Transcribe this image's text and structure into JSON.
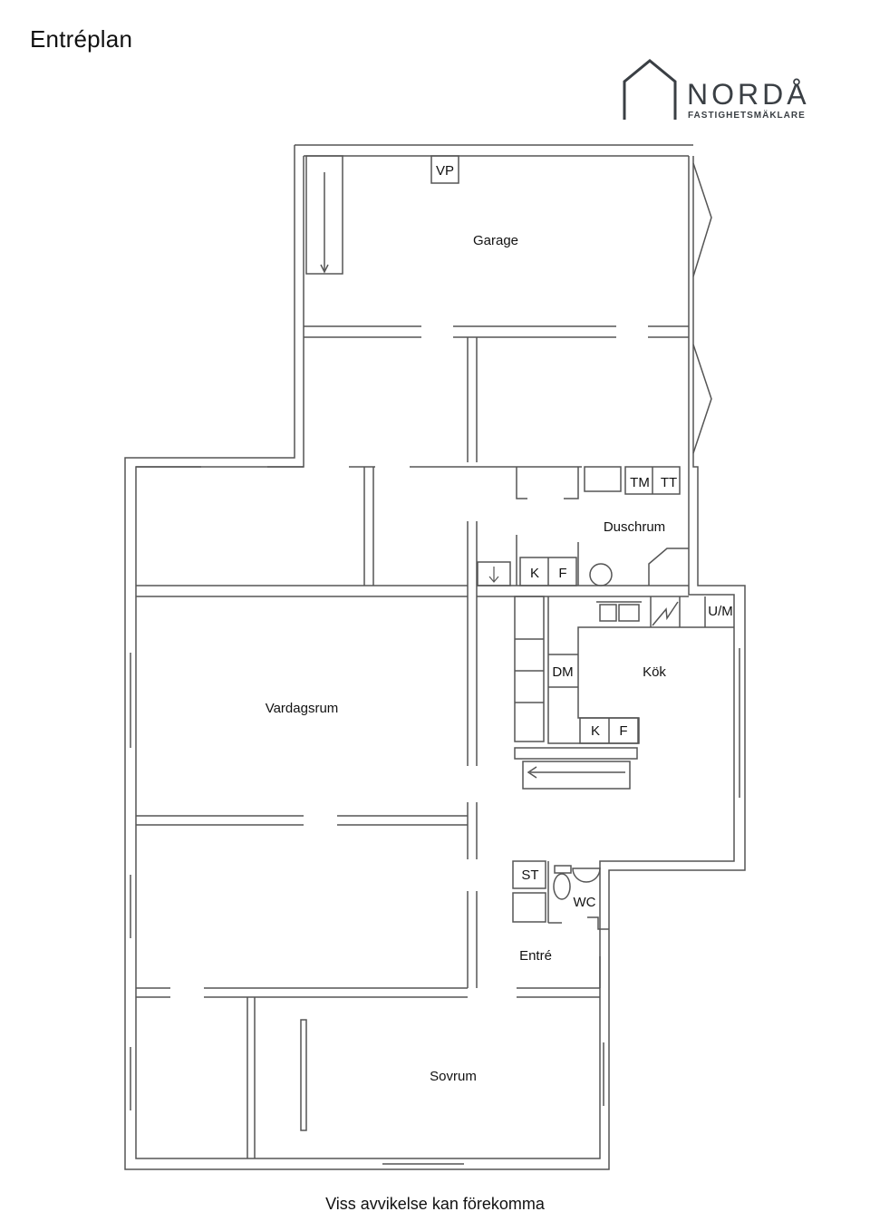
{
  "page": {
    "title": "Entréplan",
    "disclaimer": "Viss avvikelse kan förekomma"
  },
  "logo": {
    "word": "NORDÅ",
    "subtitle": "FASTIGHETSMÄKLARE",
    "color": "#3a3f44"
  },
  "rooms": {
    "garage": "Garage",
    "duschrum": "Duschrum",
    "kok": "Kök",
    "vardagsrum": "Vardagsrum",
    "entre": "Entré",
    "sovrum": "Sovrum"
  },
  "fixtures": {
    "vp": "VP",
    "tm": "TM",
    "tt": "TT",
    "k1": "K",
    "f1": "F",
    "um": "U/M",
    "dm": "DM",
    "k2": "K",
    "f2": "F",
    "st": "ST",
    "wc": "WC"
  },
  "colors": {
    "wall": "#555555",
    "wall_fill": "#ffffff"
  }
}
